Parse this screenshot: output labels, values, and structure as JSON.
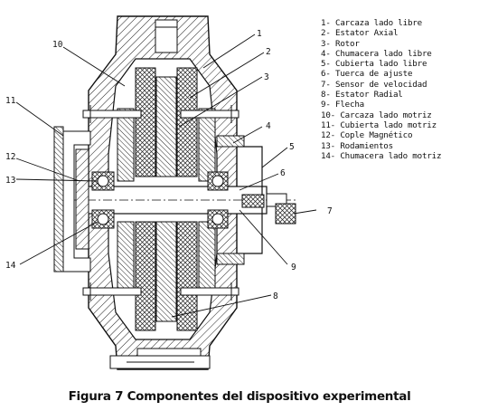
{
  "legend": [
    "1- Carcaza lado libre",
    "2- Estator Axial",
    "3- Rotor",
    "4- Chumacera lado libre",
    "5- Cubierta lado libre",
    "6- Tuerca de ajuste",
    "7- Sensor de velocidad",
    "8- Estator Radial",
    "9- Flecha",
    "10- Carcaza lado motriz",
    "11- Cubierta lado motriz",
    "12- Cople Magnético",
    "13- Rodamientos",
    "14- Chumacera lado motriz"
  ],
  "callouts": [
    "1",
    "2",
    "3",
    "4",
    "5",
    "6",
    "7",
    "8",
    "9",
    "10",
    "11",
    "12",
    "13",
    "14"
  ],
  "caption": "Figura 7 Componentes del dispositivo experimental"
}
